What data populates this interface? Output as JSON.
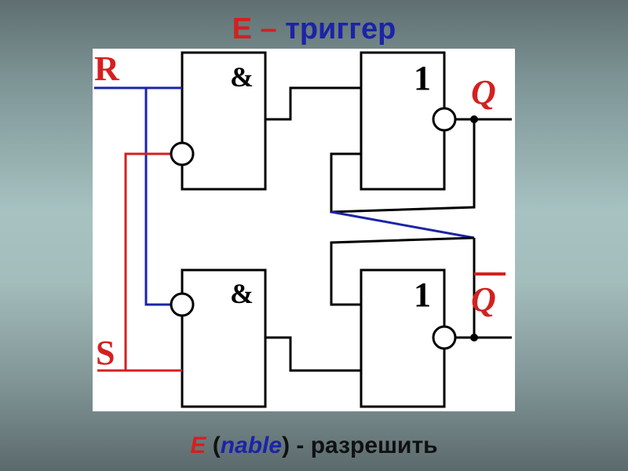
{
  "title": {
    "letter": "E",
    "dash": " – ",
    "word": "триггер"
  },
  "signals": {
    "r": "R",
    "s": "S",
    "q": "Q",
    "q_bar": "Q"
  },
  "gates": {
    "and_top": "&",
    "and_bottom": "&",
    "or_top": "1",
    "or_bottom": "1"
  },
  "caption": {
    "letter": "E",
    "open": " (",
    "word": "nable",
    "close": ") - разрешить"
  },
  "colors": {
    "red": "#d42020",
    "blue": "#1b24a8",
    "black": "#000000"
  }
}
